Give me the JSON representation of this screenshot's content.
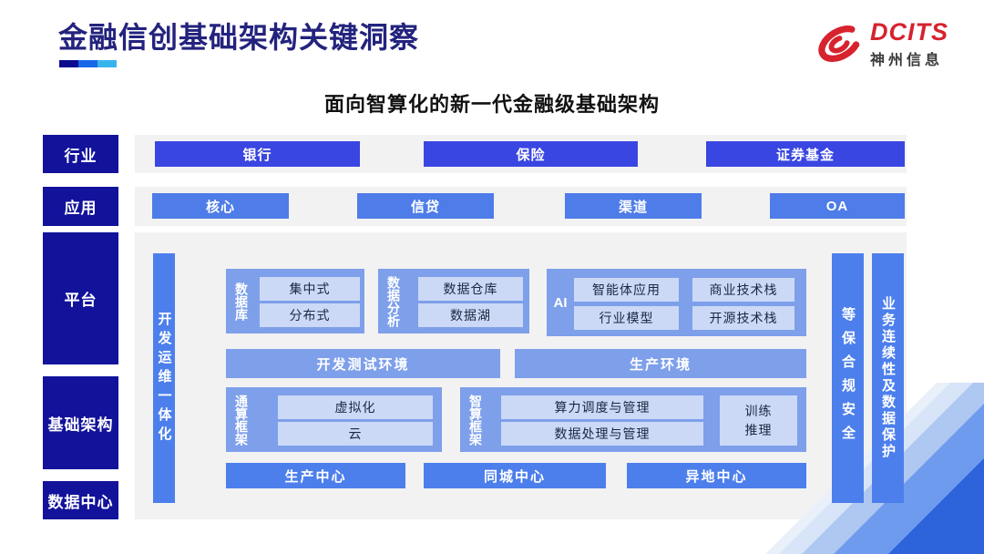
{
  "header": {
    "title": "金融信创基础架构关键洞察",
    "logo": {
      "brand": "DCITS",
      "company": "神州信息"
    }
  },
  "subtitle": "面向智算化的新一代金融级基础架构",
  "rows": {
    "industry": {
      "label": "行业",
      "items": [
        "银行",
        "保险",
        "证券基金"
      ]
    },
    "application": {
      "label": "应用",
      "items": [
        "核心",
        "信贷",
        "渠道",
        "OA"
      ]
    },
    "platform_label": "平台",
    "infrastructure_label": "基础架构",
    "datacenter_label": "数据中心"
  },
  "platform": {
    "devops_bar": "开发运维一体化",
    "database": {
      "label": "数据库",
      "items": [
        "集中式",
        "分布式"
      ]
    },
    "analytics": {
      "label": "数据分析",
      "items": [
        "数据仓库",
        "数据湖"
      ]
    },
    "ai": {
      "label": "AI",
      "items": [
        "智能体应用",
        "商业技术栈",
        "行业模型",
        "开源技术栈"
      ]
    },
    "environments": [
      "开发测试环境",
      "生产环境"
    ],
    "general_compute": {
      "label": "通算框架",
      "items": [
        "虚拟化",
        "云"
      ]
    },
    "smart_compute": {
      "label": "智算框架",
      "items": [
        "算力调度与管理",
        "数据处理与管理"
      ],
      "side_item": "训练推理"
    },
    "centers": [
      "生产中心",
      "同城中心",
      "异地中心"
    ],
    "security_bar": "等保合规安全",
    "continuity_bar": "业务连续性及数据保护"
  },
  "colors": {
    "title_navy": "#23237E",
    "label_navy": "#12129B",
    "industry_blue": "#3A46E2",
    "application_blue": "#4E7CE8",
    "bar_blue": "#4D7FEC",
    "group_blue": "#7E9FEA",
    "chip_blue": "#CBD9F6",
    "logo_red": "#D6232E",
    "underline_segments": [
      "#0B0B8F",
      "#1668E8",
      "#38B4EC"
    ]
  }
}
